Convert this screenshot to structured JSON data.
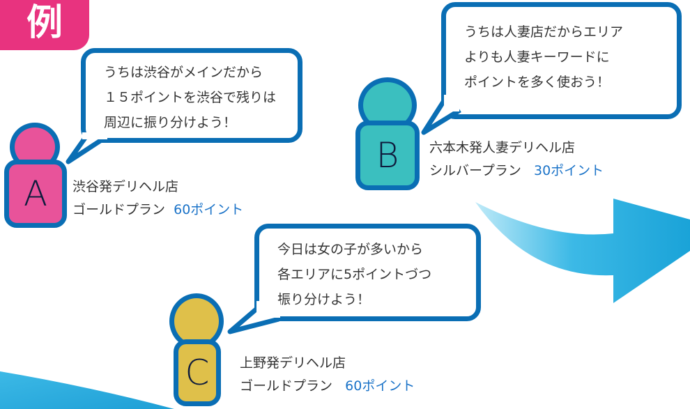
{
  "badge": {
    "label": "例",
    "color": "#e8337f"
  },
  "colors": {
    "outline": "#0a6eb4",
    "accent_text": "#1b73c8"
  },
  "shops": [
    {
      "letter": "A",
      "color": "#e8539a",
      "bubble_lines": [
        "うちは渋谷がメインだから",
        "１５ポイントを渋谷で残りは",
        "周辺に振り分けよう！"
      ],
      "name": "渋谷発デリヘル店",
      "plan": "ゴールドプラン",
      "points": "60ポイント"
    },
    {
      "letter": "B",
      "color": "#3bbfbf",
      "bubble_lines": [
        "うちは人妻店だからエリア",
        "よりも人妻キーワードに",
        "ポイントを多く使おう！"
      ],
      "name": "六本木発人妻デリヘル店",
      "plan": "シルバープラン",
      "points": "30ポイント"
    },
    {
      "letter": "C",
      "color": "#dfc04a",
      "bubble_lines": [
        "今日は女の子が多いから",
        "各エリアに5ポイントづつ",
        "振り分けよう！"
      ],
      "name": "上野発デリヘル店",
      "plan": "ゴールドプラン",
      "points": "60ポイント"
    }
  ]
}
